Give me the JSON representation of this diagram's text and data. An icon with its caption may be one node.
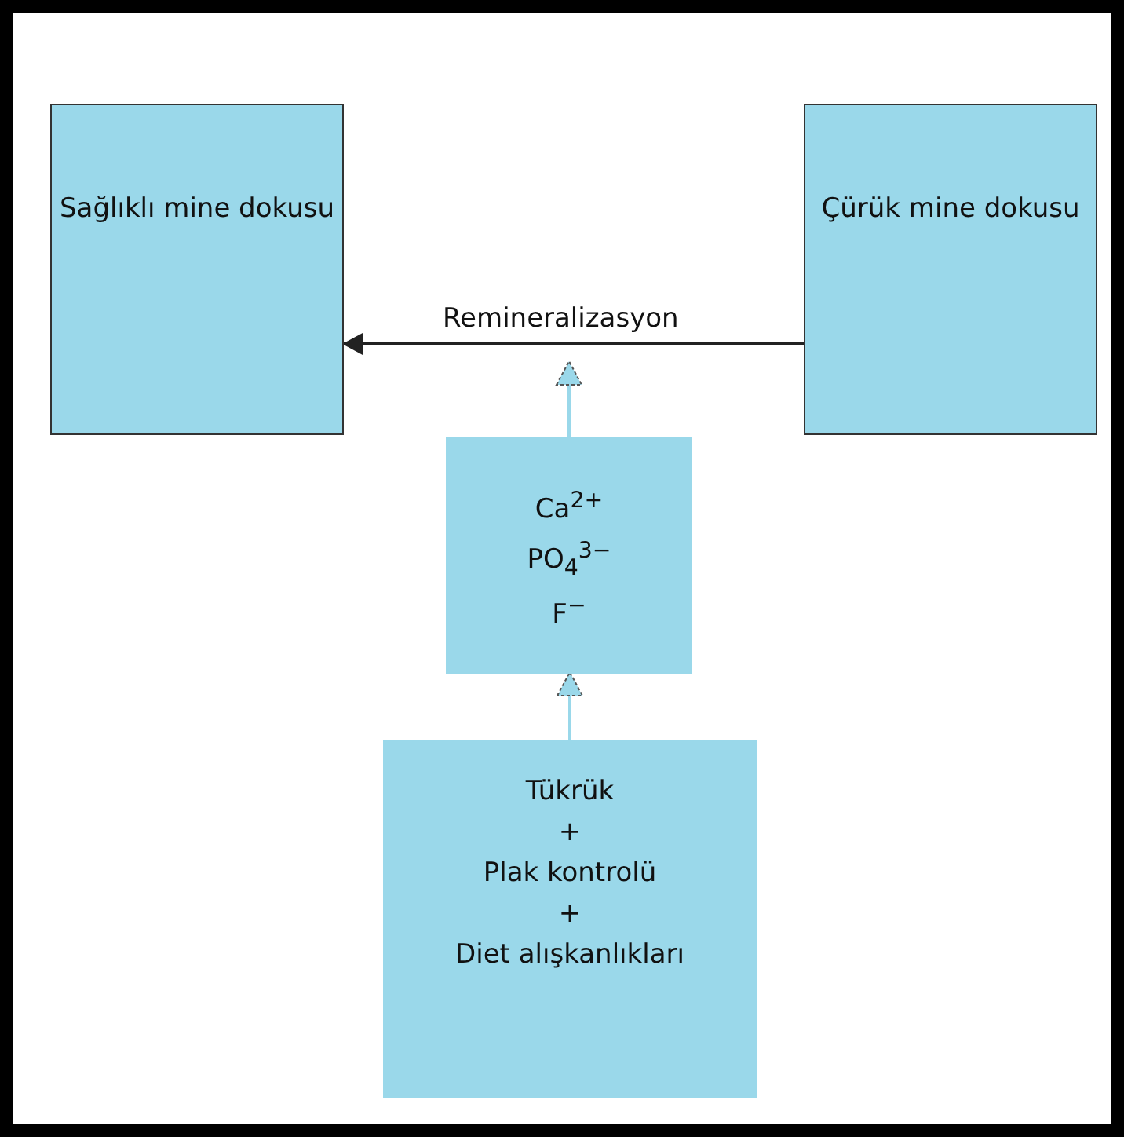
{
  "diagram": {
    "nodes": [
      {
        "text": [
          "Sağlıklı mine dokusu"
        ]
      },
      {
        "text": [
          "Çürük mine dokusu"
        ]
      },
      {
        "text": [
          "Ca$^{2+}$",
          "PO$_{4}$$^{3−}$",
          "F$^{−}$"
        ]
      },
      {
        "text": [
          "Tükrük",
          "+",
          "Plak kontrolü",
          "+",
          "Diet alışkanlıkları"
        ]
      }
    ],
    "edges": [
      {
        "from": 1,
        "to": 0,
        "arrow": "to",
        "label": "Remineralizasyon",
        "color": "#222222"
      },
      {
        "from": 2,
        "to": null,
        "arrow": "to",
        "color": "#9ad8ea"
      },
      {
        "from": 3,
        "to": 2,
        "arrow": "to",
        "color": "#9ad8ea"
      }
    ]
  }
}
